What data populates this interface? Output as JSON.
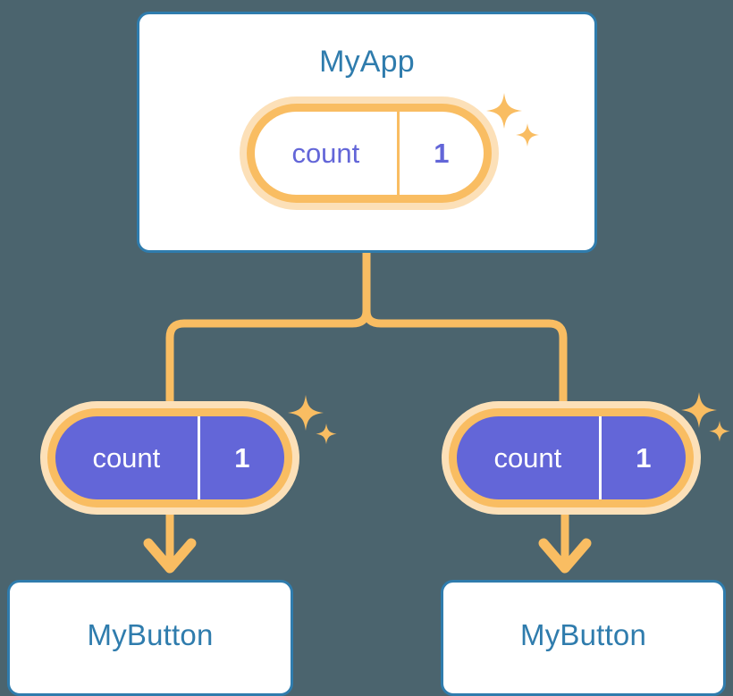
{
  "diagram": {
    "title": "MyApp",
    "background_color": "#4b646e",
    "accent_orange": "#f9bd62",
    "accent_orange_light": "#fce0b8",
    "accent_blue": "#2f7cad",
    "accent_purple": "#6366d8"
  },
  "app_card": {
    "title": "MyApp",
    "state": {
      "key": "count",
      "value": "1"
    }
  },
  "children": [
    {
      "state": {
        "key": "count",
        "value": "1"
      },
      "button_label": "MyButton"
    },
    {
      "state": {
        "key": "count",
        "value": "1"
      },
      "button_label": "MyButton"
    }
  ],
  "icons": {
    "sparkle_large": "sparkle-icon",
    "sparkle_small": "sparkle-icon",
    "arrow_down": "arrow-down-icon"
  }
}
